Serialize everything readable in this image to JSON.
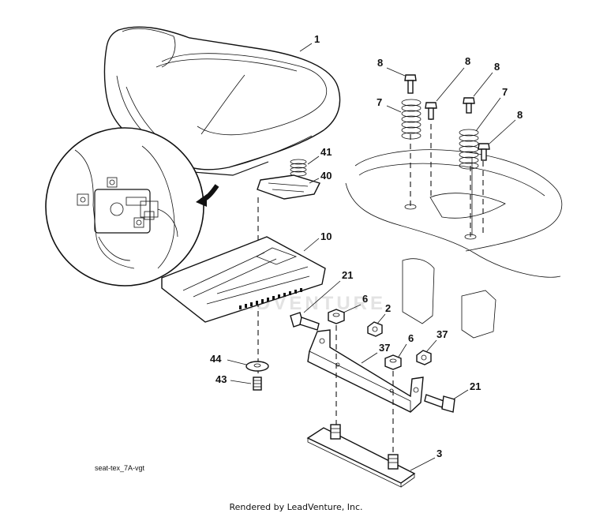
{
  "callouts": [
    {
      "id": "c1",
      "text": "1"
    },
    {
      "id": "c8a",
      "text": "8"
    },
    {
      "id": "c8b",
      "text": "8"
    },
    {
      "id": "c8c",
      "text": "8"
    },
    {
      "id": "c8d",
      "text": "8"
    },
    {
      "id": "c7a",
      "text": "7"
    },
    {
      "id": "c7b",
      "text": "7"
    },
    {
      "id": "c41",
      "text": "41"
    },
    {
      "id": "c40",
      "text": "40"
    },
    {
      "id": "c10",
      "text": "10"
    },
    {
      "id": "c21a",
      "text": "21"
    },
    {
      "id": "c6a",
      "text": "6"
    },
    {
      "id": "c37a",
      "text": "37"
    },
    {
      "id": "c2",
      "text": "2"
    },
    {
      "id": "c6b",
      "text": "6"
    },
    {
      "id": "c37b",
      "text": "37"
    },
    {
      "id": "c21b",
      "text": "21"
    },
    {
      "id": "c44",
      "text": "44"
    },
    {
      "id": "c43",
      "text": "43"
    },
    {
      "id": "c3",
      "text": "3"
    }
  ],
  "caption": "seat-tex_7A-vgt",
  "footer": "Rendered by LeadVenture, Inc.",
  "watermark": "LEADVENTURE"
}
